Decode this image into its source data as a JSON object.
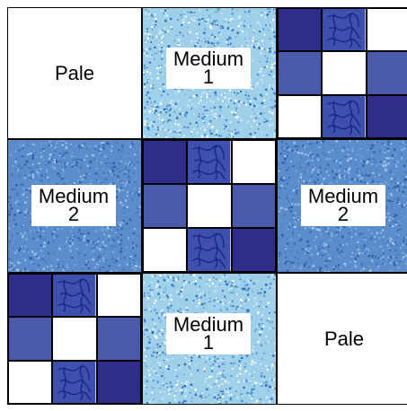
{
  "colors": {
    "dark_navy": "#2e2e8a",
    "medium_blue": "#4a5aa8",
    "swirl_bg": "#3d4faf",
    "swirl_line": "#1c247a",
    "light_speckle": "#9fd0ea",
    "medium_speckle": "#5b8ccb",
    "white": "#ffffff"
  },
  "blocks": {
    "top_left": {
      "kind": "pale",
      "label": "Pale"
    },
    "top_mid": {
      "kind": "medium1",
      "label_line1": "Medium",
      "label_line2": "1"
    },
    "top_right": {
      "kind": "ninepatch"
    },
    "mid_left": {
      "kind": "medium2",
      "label_line1": "Medium",
      "label_line2": "2"
    },
    "center": {
      "kind": "ninepatch"
    },
    "mid_right": {
      "kind": "medium2",
      "label_line1": "Medium",
      "label_line2": "2"
    },
    "bot_left": {
      "kind": "ninepatch"
    },
    "bot_mid": {
      "kind": "medium1",
      "label_line1": "Medium",
      "label_line2": "1"
    },
    "bot_right": {
      "kind": "pale",
      "label": "Pale"
    }
  },
  "ninepatch_pattern": [
    "dark",
    "swirl",
    "white",
    "medium",
    "white",
    "medium",
    "white",
    "swirl",
    "dark"
  ]
}
